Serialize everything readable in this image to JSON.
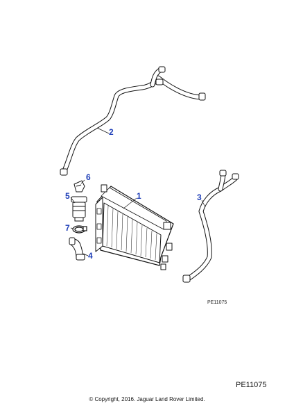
{
  "callouts": {
    "radiator": "1",
    "upper_hose": "2",
    "lower_hose": "3",
    "hose_connector": "4",
    "bleed_valve": "5",
    "clip": "6",
    "hose_clamp": "7"
  },
  "illustration_ref_small": "PE11075",
  "illustration_ref_large": "PE11075",
  "copyright": "© Copyright, 2016. Jaguar Land Rover Limited.",
  "colors": {
    "callout": "#1f3fb8",
    "line": "#111111"
  }
}
